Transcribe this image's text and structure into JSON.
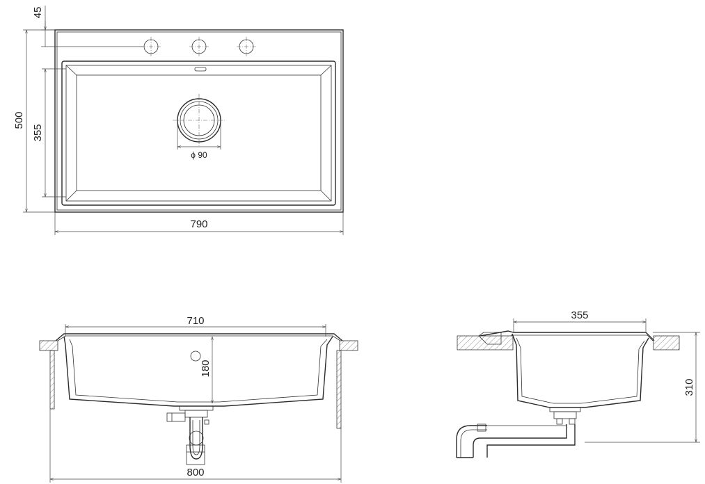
{
  "top_view": {
    "dim_width": "790",
    "dim_depth": "500",
    "dim_bowl_depth": "355",
    "dim_tap_offset": "45",
    "dim_drain": "ϕ 90"
  },
  "front_view": {
    "dim_bowl_width": "710",
    "dim_overall_width": "800",
    "dim_bowl_height": "180"
  },
  "side_view": {
    "dim_bowl_depth": "355",
    "dim_total_height": "310"
  }
}
